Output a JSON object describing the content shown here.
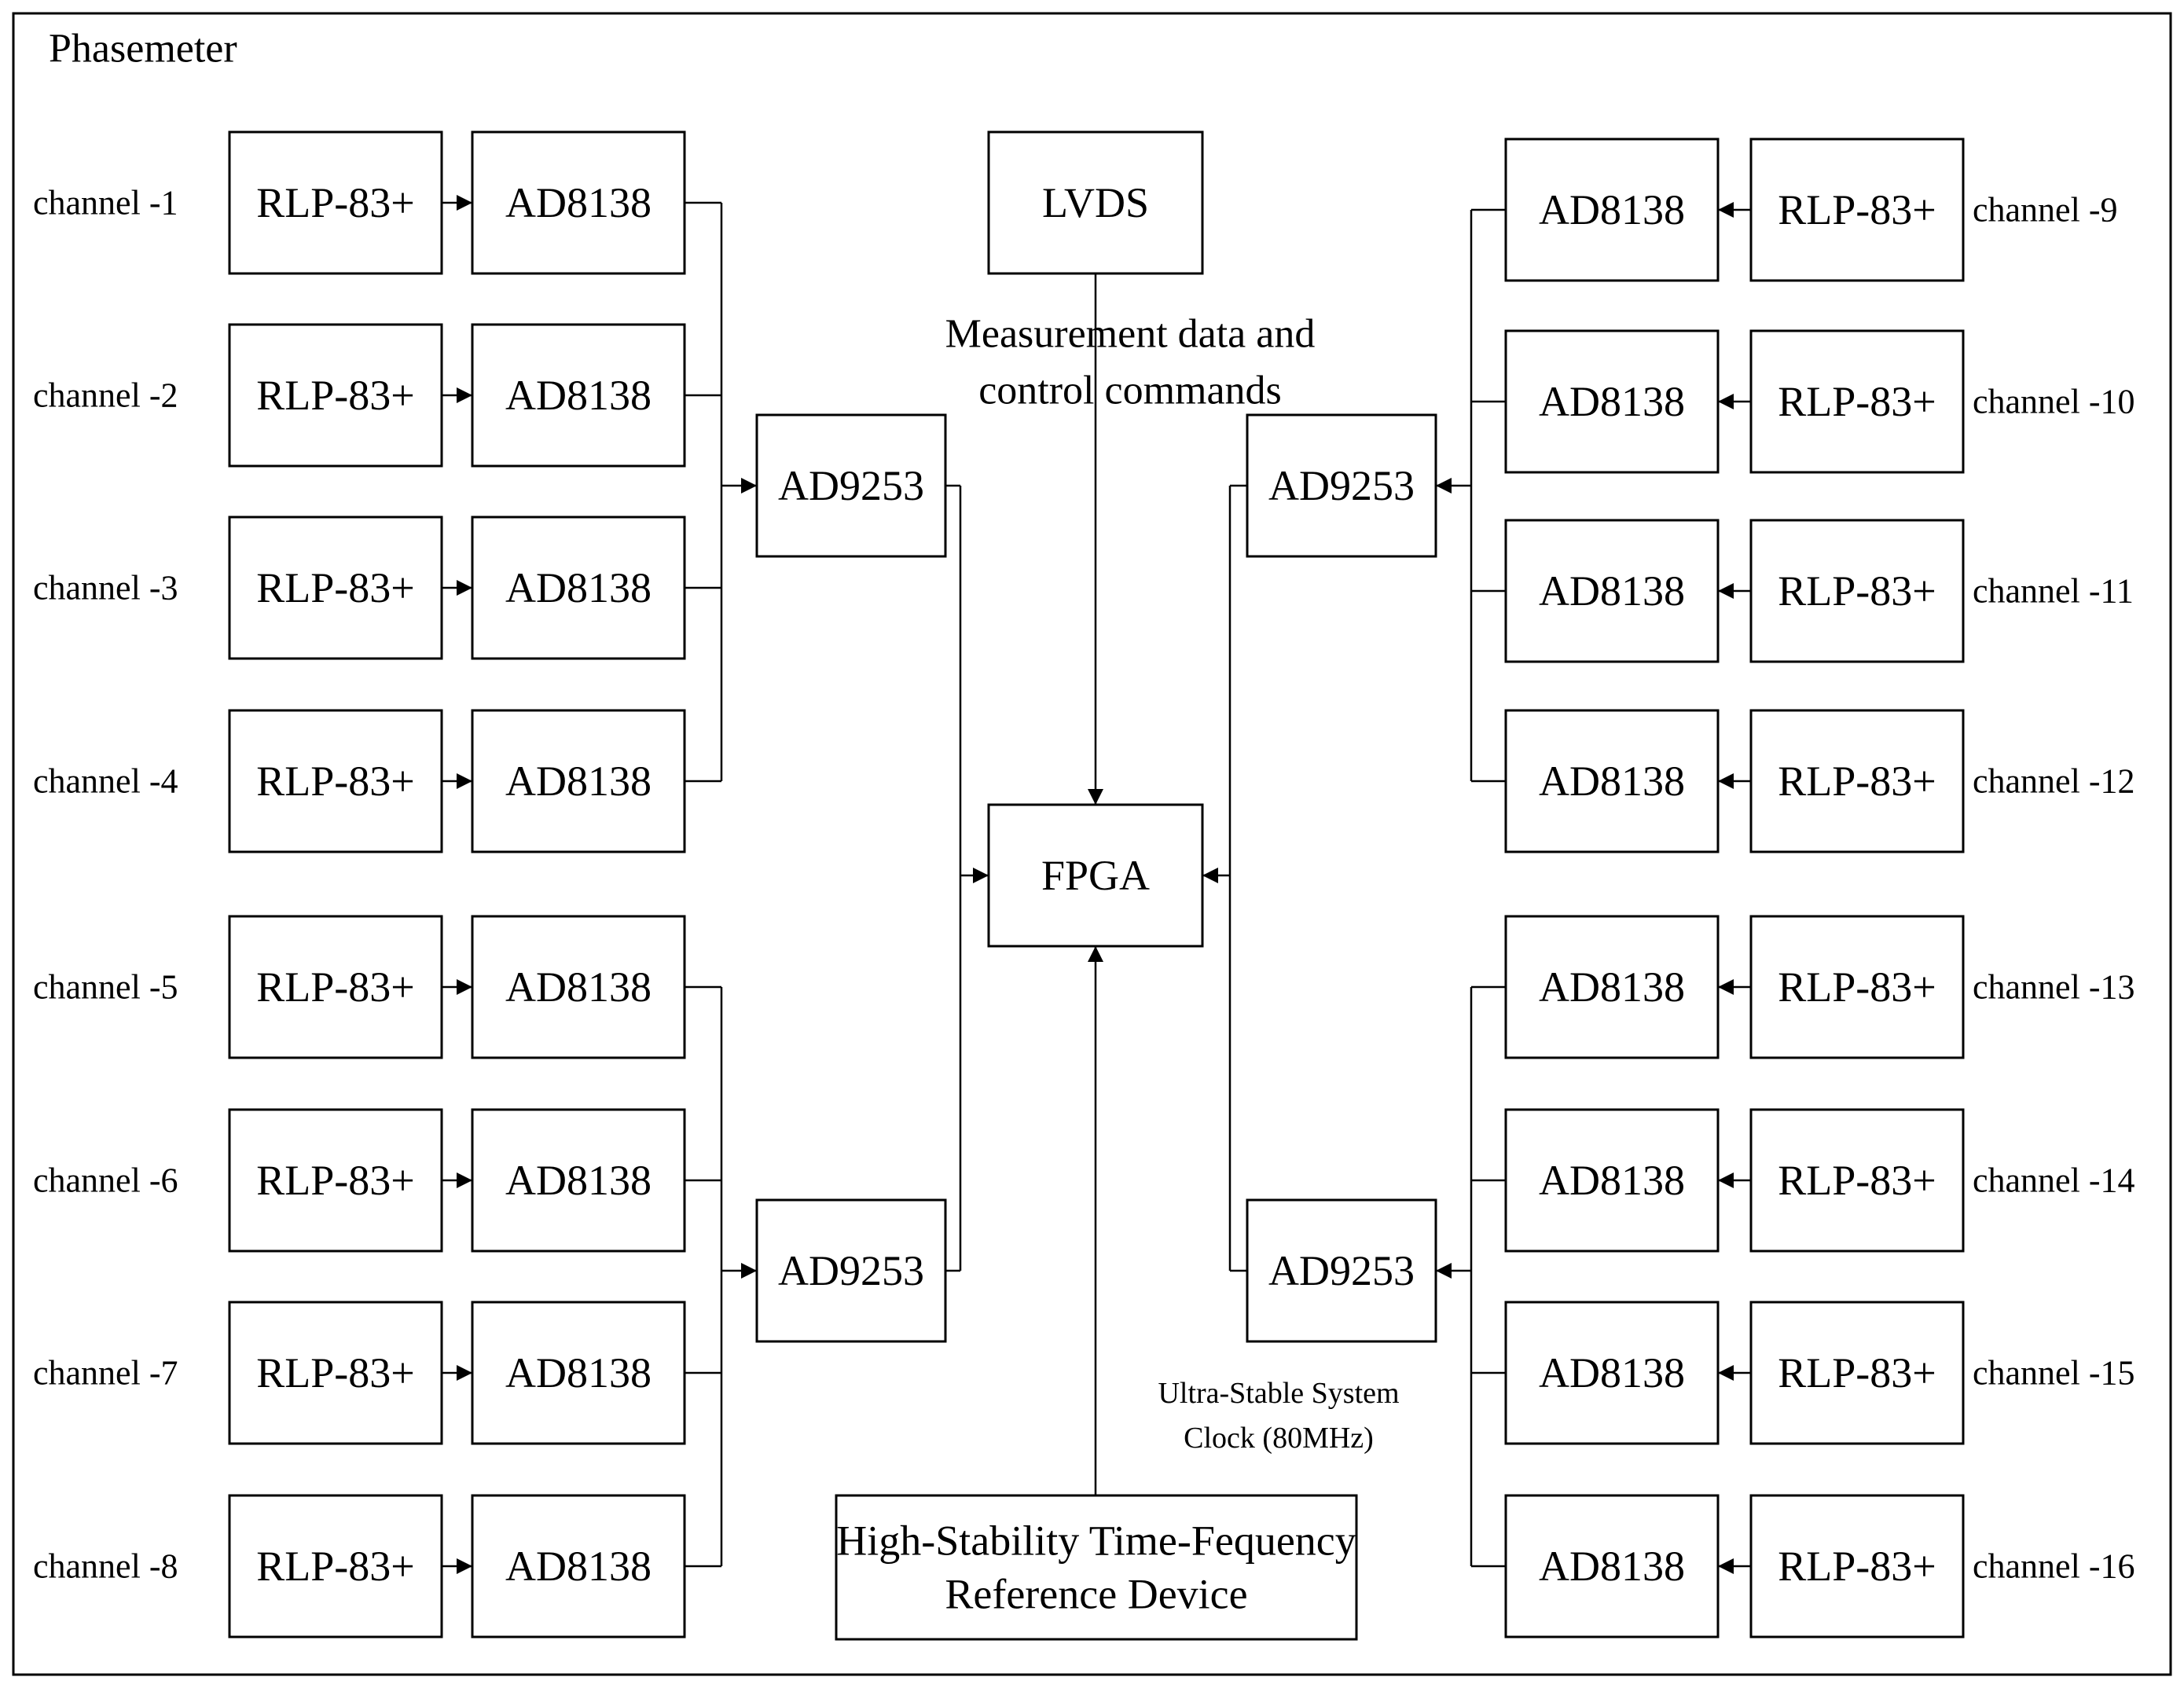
{
  "title": "Phasemeter",
  "blocks": {
    "filter": "RLP-83+",
    "driver": "AD8138",
    "adc": "AD9253",
    "fpga": "FPGA",
    "lvds": "LVDS",
    "reference": [
      "High-Stability Time-Fequency",
      "Reference Device"
    ]
  },
  "annotations": {
    "lvds_link": [
      "Measurement data and",
      "control commands"
    ],
    "clock": [
      "Ultra-Stable System",
      "Clock (80MHz)"
    ]
  },
  "channels_left": [
    "channel -1",
    "channel -2",
    "channel -3",
    "channel -4",
    "channel -5",
    "channel -6",
    "channel -7",
    "channel -8"
  ],
  "channels_right": [
    "channel -9",
    "channel -10",
    "channel -11",
    "channel -12",
    "channel -13",
    "channel -14",
    "channel -15",
    "channel -16"
  ]
}
